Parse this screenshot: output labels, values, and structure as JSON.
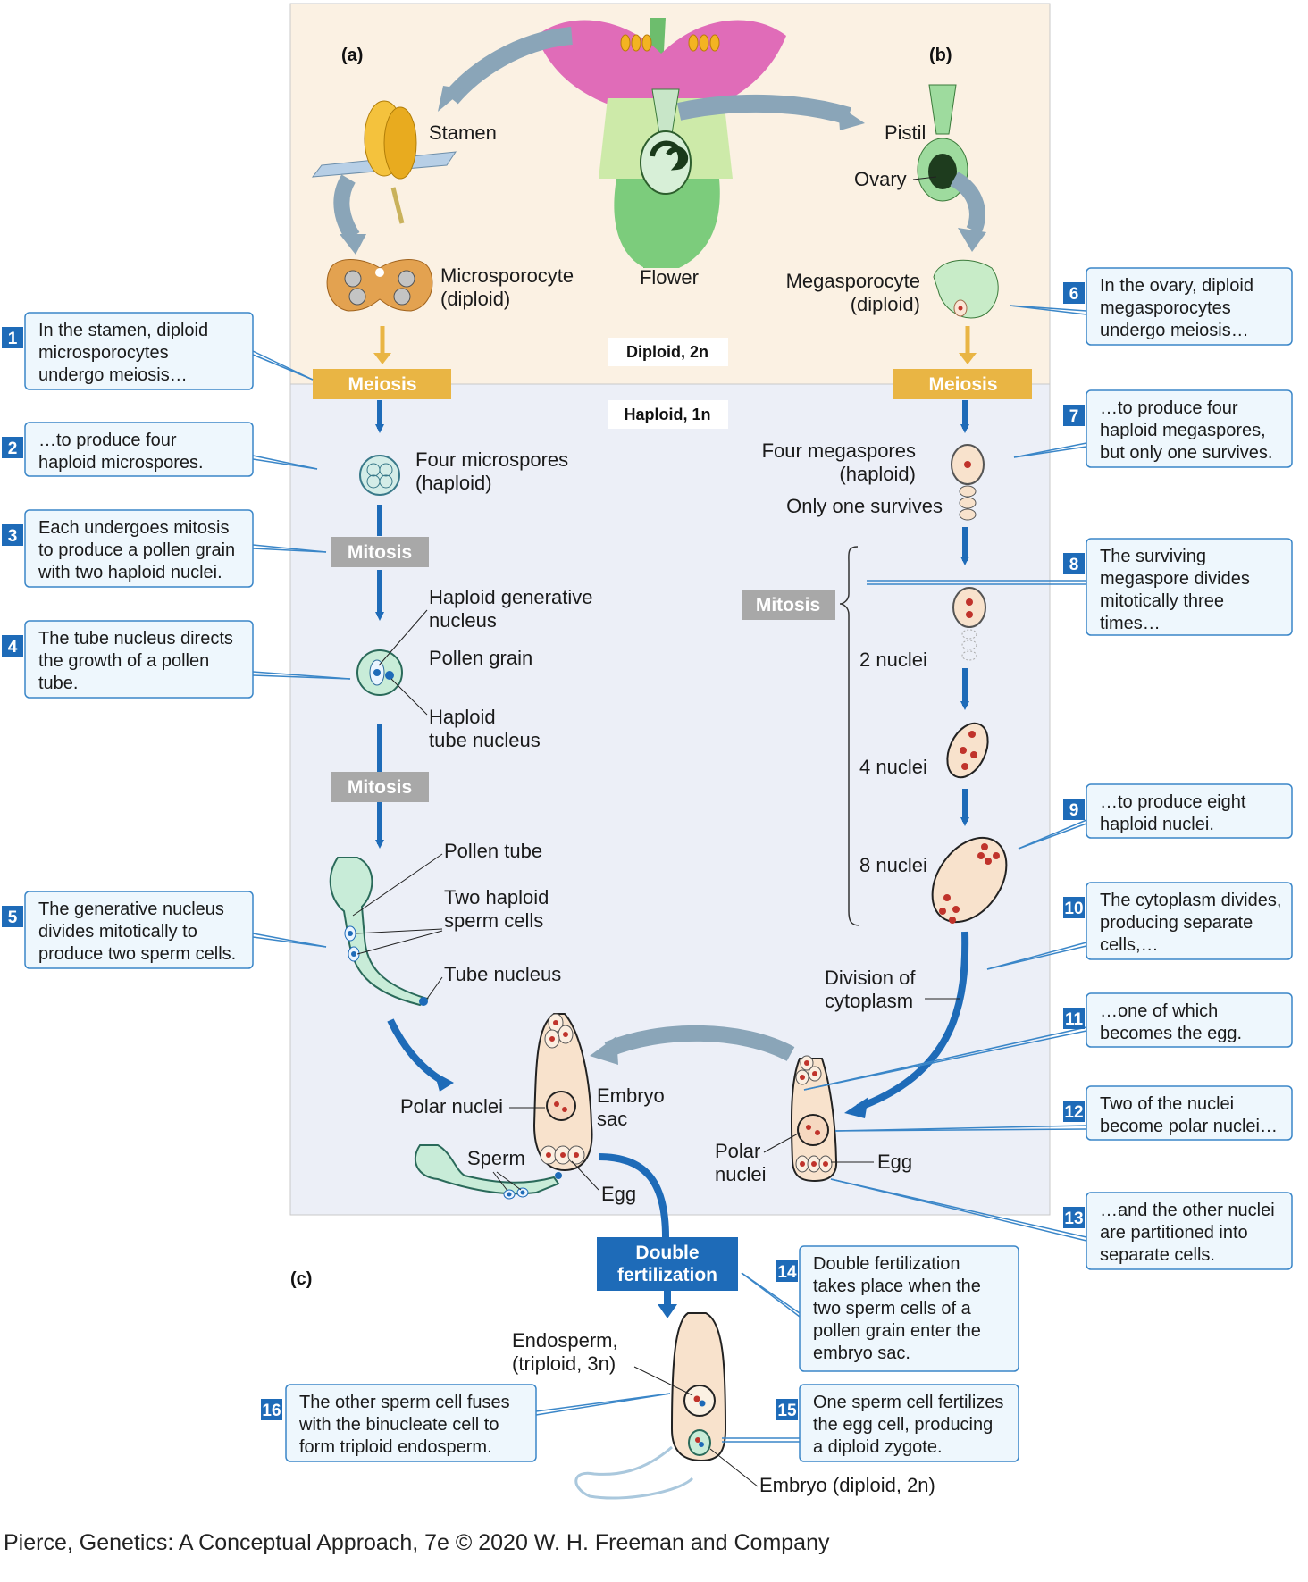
{
  "panels": {
    "a": "(a)",
    "b": "(b)",
    "c": "(c)"
  },
  "ploidy": {
    "diploid": "Diploid, 2n",
    "haploid": "Haploid, 1n"
  },
  "stages": {
    "meiosis": "Meiosis",
    "mitosis": "Mitosis",
    "double_fertilization_1": "Double",
    "double_fertilization_2": "fertilization"
  },
  "labels": {
    "stamen": "Stamen",
    "flower": "Flower",
    "pistil": "Pistil",
    "ovary": "Ovary",
    "microsporocyte_1": "Microsporocyte",
    "microsporocyte_2": "(diploid)",
    "megasporocyte_1": "Megasporocyte",
    "megasporocyte_2": "(diploid)",
    "four_microspores_1": "Four microspores",
    "four_microspores_2": "(haploid)",
    "four_megaspores_1": "Four megaspores",
    "four_megaspores_2": "(haploid)",
    "only_one_survives": "Only one survives",
    "generative_1": "Haploid generative",
    "generative_2": "nucleus",
    "pollen_grain": "Pollen grain",
    "tube_nucleus_h1": "Haploid",
    "tube_nucleus_h2": "tube nucleus",
    "two_nuclei": "2 nuclei",
    "four_nuclei": "4 nuclei",
    "eight_nuclei": "8 nuclei",
    "pollen_tube": "Pollen tube",
    "two_sperm_1": "Two haploid",
    "two_sperm_2": "sperm cells",
    "tube_nucleus": "Tube nucleus",
    "division_1": "Division of",
    "division_2": "cytoplasm",
    "polar_nuclei": "Polar nuclei",
    "embryo_sac_1": "Embryo",
    "embryo_sac_2": "sac",
    "sperm": "Sperm",
    "egg": "Egg",
    "polar_1": "Polar",
    "polar_2": "nuclei",
    "egg_right": "Egg",
    "endosperm_1": "Endosperm,",
    "endosperm_2": "(triploid, 3n)",
    "embryo": "Embryo (diploid, 2n)"
  },
  "callouts": [
    {
      "num": "1",
      "lines": [
        "In the stamen, diploid",
        "microsporocytes",
        "undergo meiosis…"
      ]
    },
    {
      "num": "2",
      "lines": [
        "…to produce four",
        "haploid microspores."
      ]
    },
    {
      "num": "3",
      "lines": [
        "Each undergoes mitosis",
        "to produce a pollen grain",
        "with two haploid nuclei."
      ]
    },
    {
      "num": "4",
      "lines": [
        "The tube nucleus directs",
        "the growth of a pollen",
        "tube."
      ]
    },
    {
      "num": "5",
      "lines": [
        "The generative nucleus",
        "divides mitotically to",
        "produce two sperm cells."
      ]
    },
    {
      "num": "6",
      "lines": [
        "In the ovary, diploid",
        "megasporocytes",
        "undergo meiosis…"
      ]
    },
    {
      "num": "7",
      "lines": [
        "…to produce four",
        "haploid megaspores,",
        "but only one survives."
      ]
    },
    {
      "num": "8",
      "lines": [
        "The surviving",
        "megaspore divides",
        "mitotically three",
        "times…"
      ]
    },
    {
      "num": "9",
      "lines": [
        "…to produce eight",
        "haploid nuclei."
      ]
    },
    {
      "num": "10",
      "lines": [
        "The cytoplasm divides,",
        "producing separate",
        "cells,…"
      ]
    },
    {
      "num": "11",
      "lines": [
        "…one of which",
        "becomes the egg."
      ]
    },
    {
      "num": "12",
      "lines": [
        "Two of the nuclei",
        "become polar nuclei…"
      ]
    },
    {
      "num": "13",
      "lines": [
        "…and the other nuclei",
        "are partitioned into",
        "separate cells."
      ]
    },
    {
      "num": "14",
      "lines": [
        "Double fertilization",
        "takes place when the",
        "two sperm cells of a",
        "pollen grain enter the",
        "embryo sac."
      ]
    },
    {
      "num": "15",
      "lines": [
        "One sperm cell fertilizes",
        "the egg cell, producing",
        "a diploid zygote."
      ]
    },
    {
      "num": "16",
      "lines": [
        "The other sperm cell fuses",
        "with the binucleate cell to",
        "form triploid endosperm."
      ]
    }
  ],
  "credit": "Pierce, Genetics: A Conceptual Approach, 7e © 2020 W. H. Freeman and Company",
  "colors": {
    "diploid_bg": "#fbf1e3",
    "haploid_bg": "#eceff7",
    "meiosis": "#e9b544",
    "mitosis": "#a8a8a8",
    "arrow_blue": "#1e6bb8",
    "callout_border": "#3a86c8",
    "callout_bg": "#eef7fd",
    "num_bg": "#1e6bb8"
  }
}
